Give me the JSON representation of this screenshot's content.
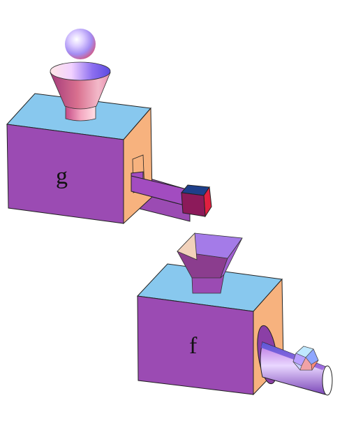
{
  "machines": [
    {
      "label": "g",
      "input_shape": "sphere",
      "hopper_shape": "round-funnel",
      "output_shape": "cube",
      "output_chute": "flat-ramp"
    },
    {
      "label": "f",
      "input_shape": "none",
      "hopper_shape": "square-funnel",
      "output_shape": "polyhedron",
      "output_chute": "half-pipe"
    }
  ],
  "colors": {
    "box_front": "#9b4bb3",
    "box_top": "#88c8ee",
    "box_side": "#f7b27e",
    "outline": "#222222"
  }
}
